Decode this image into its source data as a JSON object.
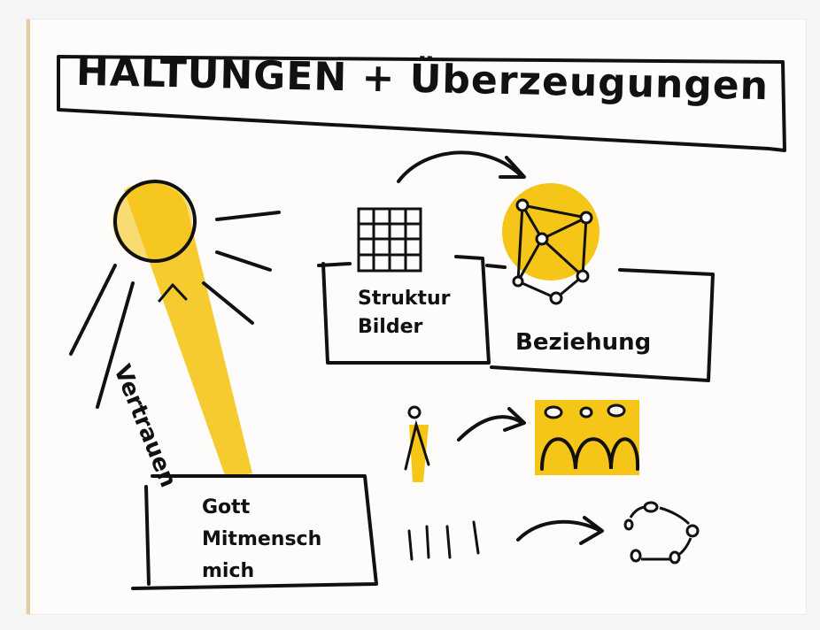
{
  "title": "HALTUNGEN + Überzeugungen",
  "labels": {
    "vertrauen": "Vertrauen",
    "struktur": "Struktur",
    "bilder": "Bilder",
    "beziehung": "Beziehung",
    "gott": "Gott",
    "mitmensch": "Mitmensch",
    "mich": "mich"
  },
  "icons": [
    "sun-icon",
    "grid-icon",
    "network-icon",
    "person-icon",
    "group-icon",
    "circle-of-people-icon",
    "arrow-icon"
  ],
  "colors": {
    "accent": "#f5c518",
    "ink": "#111111",
    "paper": "#fdfcfa"
  }
}
